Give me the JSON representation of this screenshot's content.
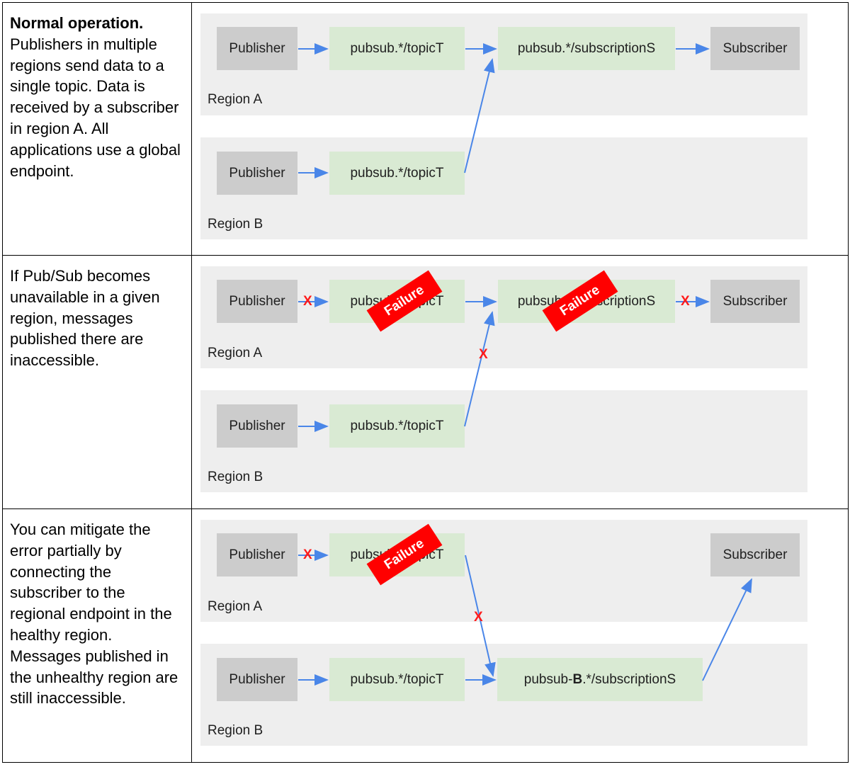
{
  "rows": [
    {
      "description_bold": "Normal operation.",
      "description": "Publishers in multiple regions send data to a single topic. Data is received by a subscriber in region A. All applications use a global endpoint.",
      "region_a": {
        "label": "Region A",
        "publisher": "Publisher",
        "topic": "pubsub.*/topicT",
        "subscription": "pubsub.*/subscriptionS",
        "subscriber": "Subscriber"
      },
      "region_b": {
        "label": "Region B",
        "publisher": "Publisher",
        "topic": "pubsub.*/topicT"
      }
    },
    {
      "description": "If Pub/Sub becomes unavailable in a given region, messages published there are inaccessible.",
      "failure_label": "Failure",
      "failure_mark": "X",
      "region_a": {
        "label": "Region A",
        "publisher": "Publisher",
        "topic": "pubsub.*/topicT",
        "subscription": "pubsub.*/subscriptionS",
        "subscriber": "Subscriber"
      },
      "region_b": {
        "label": "Region B",
        "publisher": "Publisher",
        "topic": "pubsub.*/topicT"
      }
    },
    {
      "description": "You can mitigate the error partially by connecting the subscriber to the regional endpoint in the healthy region. Messages published in the unhealthy region are still inaccessible.",
      "failure_label": "Failure",
      "failure_mark": "X",
      "region_a": {
        "label": "Region A",
        "publisher": "Publisher",
        "topic": "pubsub.*/topicT",
        "subscriber": "Subscriber"
      },
      "region_b": {
        "label": "Region B",
        "publisher": "Publisher",
        "topic": "pubsub.*/topicT",
        "subscription_prefix": "pubsub-",
        "subscription_bold": "B",
        "subscription_suffix": ".*/subscriptionS"
      }
    }
  ],
  "colors": {
    "arrow": "#4a86e8",
    "failure": "#ff0000",
    "publisher_box": "#cccccc",
    "topic_box": "#d9ead3",
    "region_bg": "#eeeeee"
  }
}
